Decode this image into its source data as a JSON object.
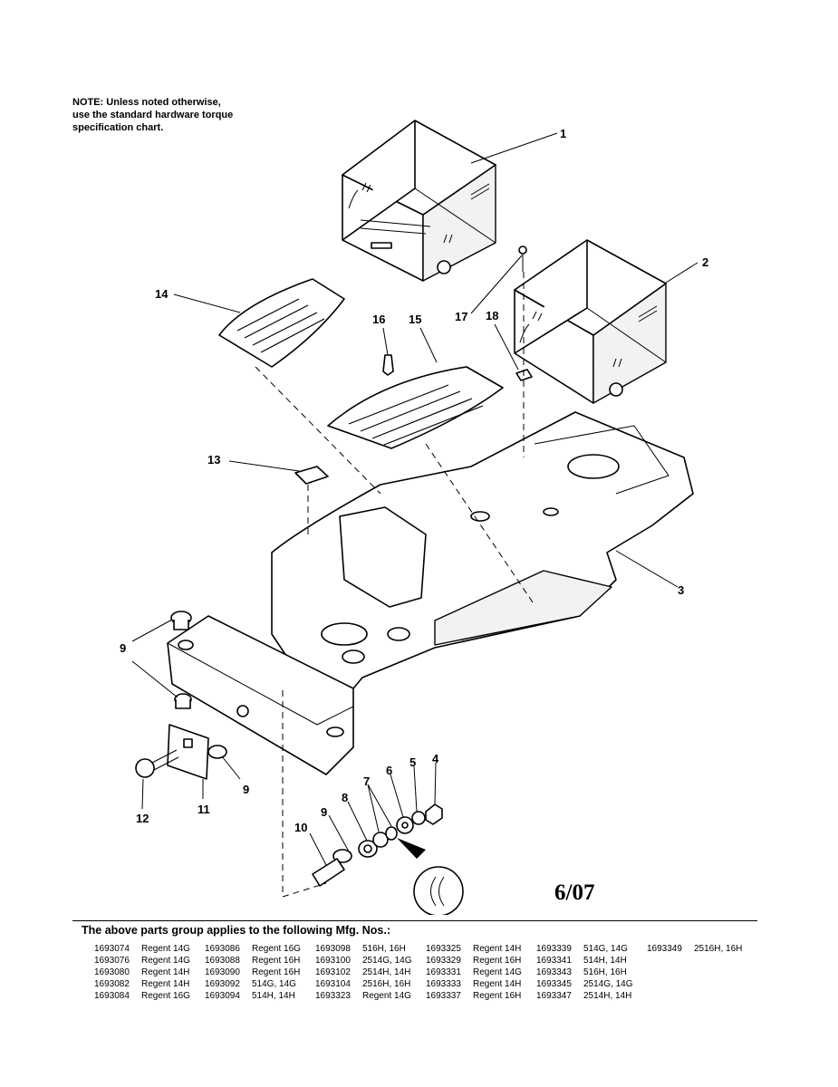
{
  "note": {
    "lines": [
      "NOTE: Unless noted otherwise,",
      "use the standard hardware torque",
      "specification chart."
    ]
  },
  "callouts": {
    "c1": "1",
    "c2": "2",
    "c3": "3",
    "c4": "4",
    "c5": "5",
    "c6": "6",
    "c7": "7",
    "c8": "8",
    "c9a": "9",
    "c9b": "9",
    "c9c": "9",
    "c10": "10",
    "c11": "11",
    "c12": "12",
    "c13": "13",
    "c14": "14",
    "c15": "15",
    "c16": "16",
    "c17": "17",
    "c18": "18"
  },
  "date_mark": "6/07",
  "applies_title": "The above parts group applies to the following Mfg. Nos.:",
  "mfg_rows": [
    [
      [
        "1693074",
        "Regent 14G"
      ],
      [
        "1693086",
        "Regent 16G"
      ],
      [
        "1693098",
        "516H, 16H"
      ],
      [
        "1693325",
        "Regent 14H"
      ],
      [
        "1693339",
        "514G, 14G"
      ],
      [
        "1693349",
        "2516H, 16H"
      ]
    ],
    [
      [
        "1693076",
        "Regent 14G"
      ],
      [
        "1693088",
        "Regent 16H"
      ],
      [
        "1693100",
        "2514G, 14G"
      ],
      [
        "1693329",
        "Regent 16H"
      ],
      [
        "1693341",
        "514H, 14H"
      ]
    ],
    [
      [
        "1693080",
        "Regent 14H"
      ],
      [
        "1693090",
        "Regent 16H"
      ],
      [
        "1693102",
        "2514H, 14H"
      ],
      [
        "1693331",
        "Regent 14G"
      ],
      [
        "1693343",
        "516H, 16H"
      ]
    ],
    [
      [
        "1693082",
        "Regent 14H"
      ],
      [
        "1693092",
        "514G, 14G"
      ],
      [
        "1693104",
        "2516H, 16H"
      ],
      [
        "1693333",
        "Regent 14H"
      ],
      [
        "1693345",
        "2514G, 14G"
      ]
    ],
    [
      [
        "1693084",
        "Regent 16G"
      ],
      [
        "1693094",
        "514H, 14H"
      ],
      [
        "1693323",
        "Regent 14G"
      ],
      [
        "1693337",
        "Regent 16H"
      ],
      [
        "1693347",
        "2514H, 14H"
      ]
    ]
  ]
}
